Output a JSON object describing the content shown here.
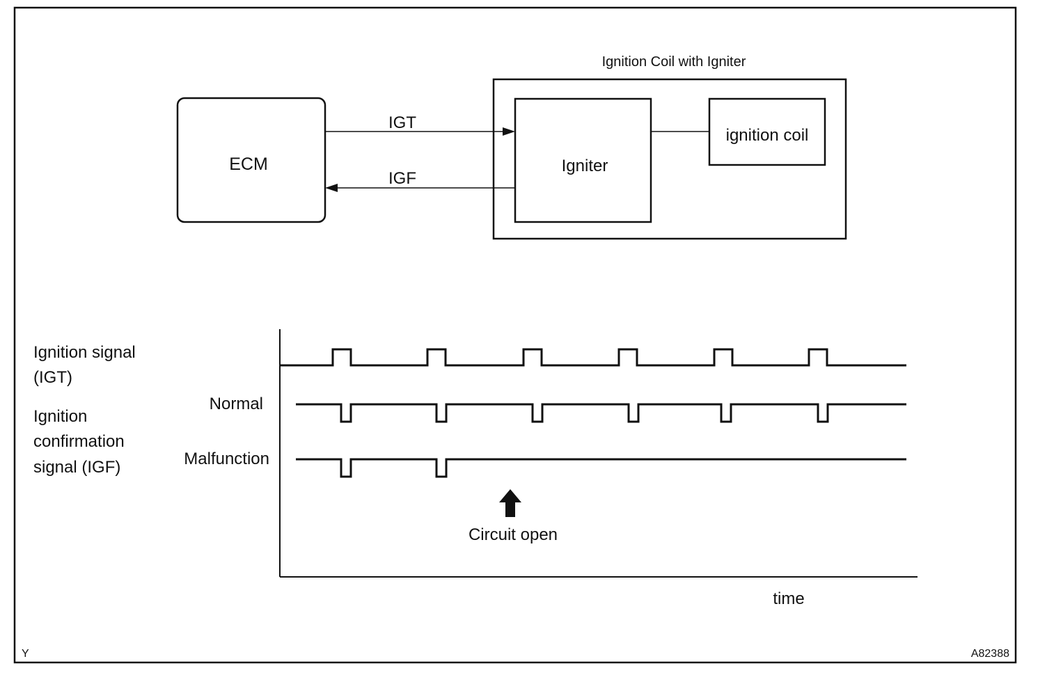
{
  "block_diagram": {
    "module_title": "Ignition Coil with Igniter",
    "ecm_label": "ECM",
    "igniter_label": "Igniter",
    "coil_label": "ignition coil",
    "igt_label": "IGT",
    "igf_label": "IGF"
  },
  "timing_chart": {
    "igt_label_line1": "Ignition signal",
    "igt_label_line2": "(IGT)",
    "igf_label_line1": "Ignition",
    "igf_label_line2": "confirmation",
    "igf_label_line3": "signal (IGF)",
    "normal_label": "Normal",
    "malfunction_label": "Malfunction",
    "event_label": "Circuit open",
    "x_axis_label": "time",
    "pulse_count": 6,
    "malfunction_pulse_count": 2
  },
  "corner_left": "Y",
  "corner_right": "A82388",
  "colors": {
    "ink": "#111111",
    "paper": "#ffffff"
  }
}
